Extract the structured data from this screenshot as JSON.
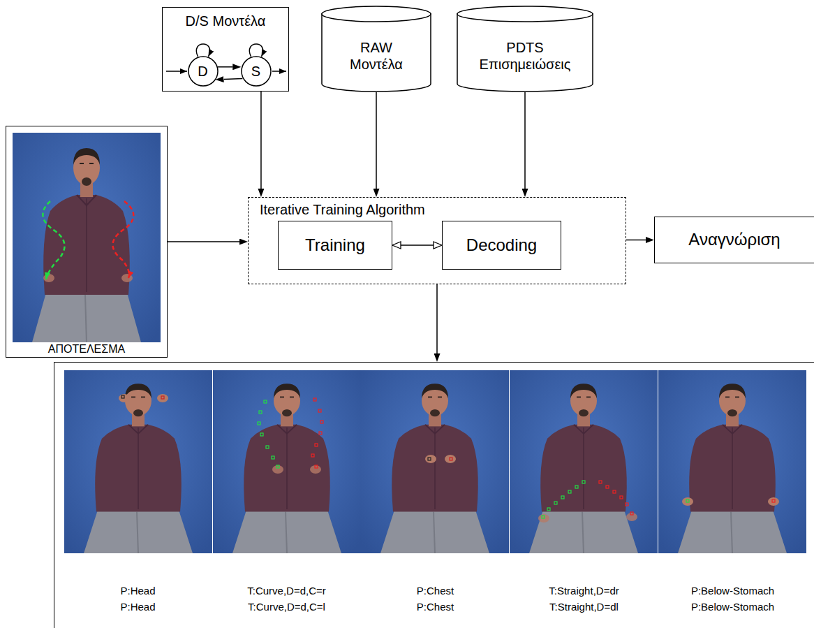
{
  "diagram": {
    "nodes": [
      {
        "text": [
          "D/S Μοντέλα"
        ]
      },
      {
        "text": [
          "D"
        ],
        "in": 0
      },
      {
        "text": [
          "S"
        ],
        "in": 0
      },
      {
        "text": [
          "RAW Μοντέλα"
        ]
      },
      {
        "text": [
          "PDTS Επισημειώσεις"
        ]
      },
      {
        "text": [
          "ΑΠΟΤΕΛΕΣΜΑ"
        ]
      },
      {
        "text": [
          "Iterative Training Algorithm"
        ]
      },
      {
        "text": [
          "Training"
        ],
        "in": 6
      },
      {
        "text": [
          "Decoding"
        ],
        "in": 6
      },
      {
        "text": [
          "Αναγνώριση"
        ]
      },
      {
        "text": [
          "P:Head",
          "T:Curve,D=d,C=r",
          "P:Chest",
          "T:Straight,D=dr",
          "P:Below-Stomach",
          "P:Head",
          "T:Curve,D=d,C=l",
          "P:Chest",
          "T:Straight,D=dl",
          "P:Below-Stomach"
        ]
      }
    ],
    "edges": [
      {
        "from": 1,
        "to": 2,
        "arrow": "to"
      },
      {
        "from": 2,
        "to": 1,
        "arrow": "to"
      },
      {
        "from": 0,
        "to": 6,
        "arrow": "to"
      },
      {
        "from": 3,
        "to": 6,
        "arrow": "to"
      },
      {
        "from": 4,
        "to": 6,
        "arrow": "to"
      },
      {
        "from": 5,
        "to": 6,
        "arrow": "to"
      },
      {
        "from": 7,
        "to": 8,
        "arrow": "both"
      },
      {
        "from": 6,
        "to": 9,
        "arrow": "to"
      },
      {
        "from": 6,
        "to": 10,
        "arrow": "to"
      }
    ]
  }
}
